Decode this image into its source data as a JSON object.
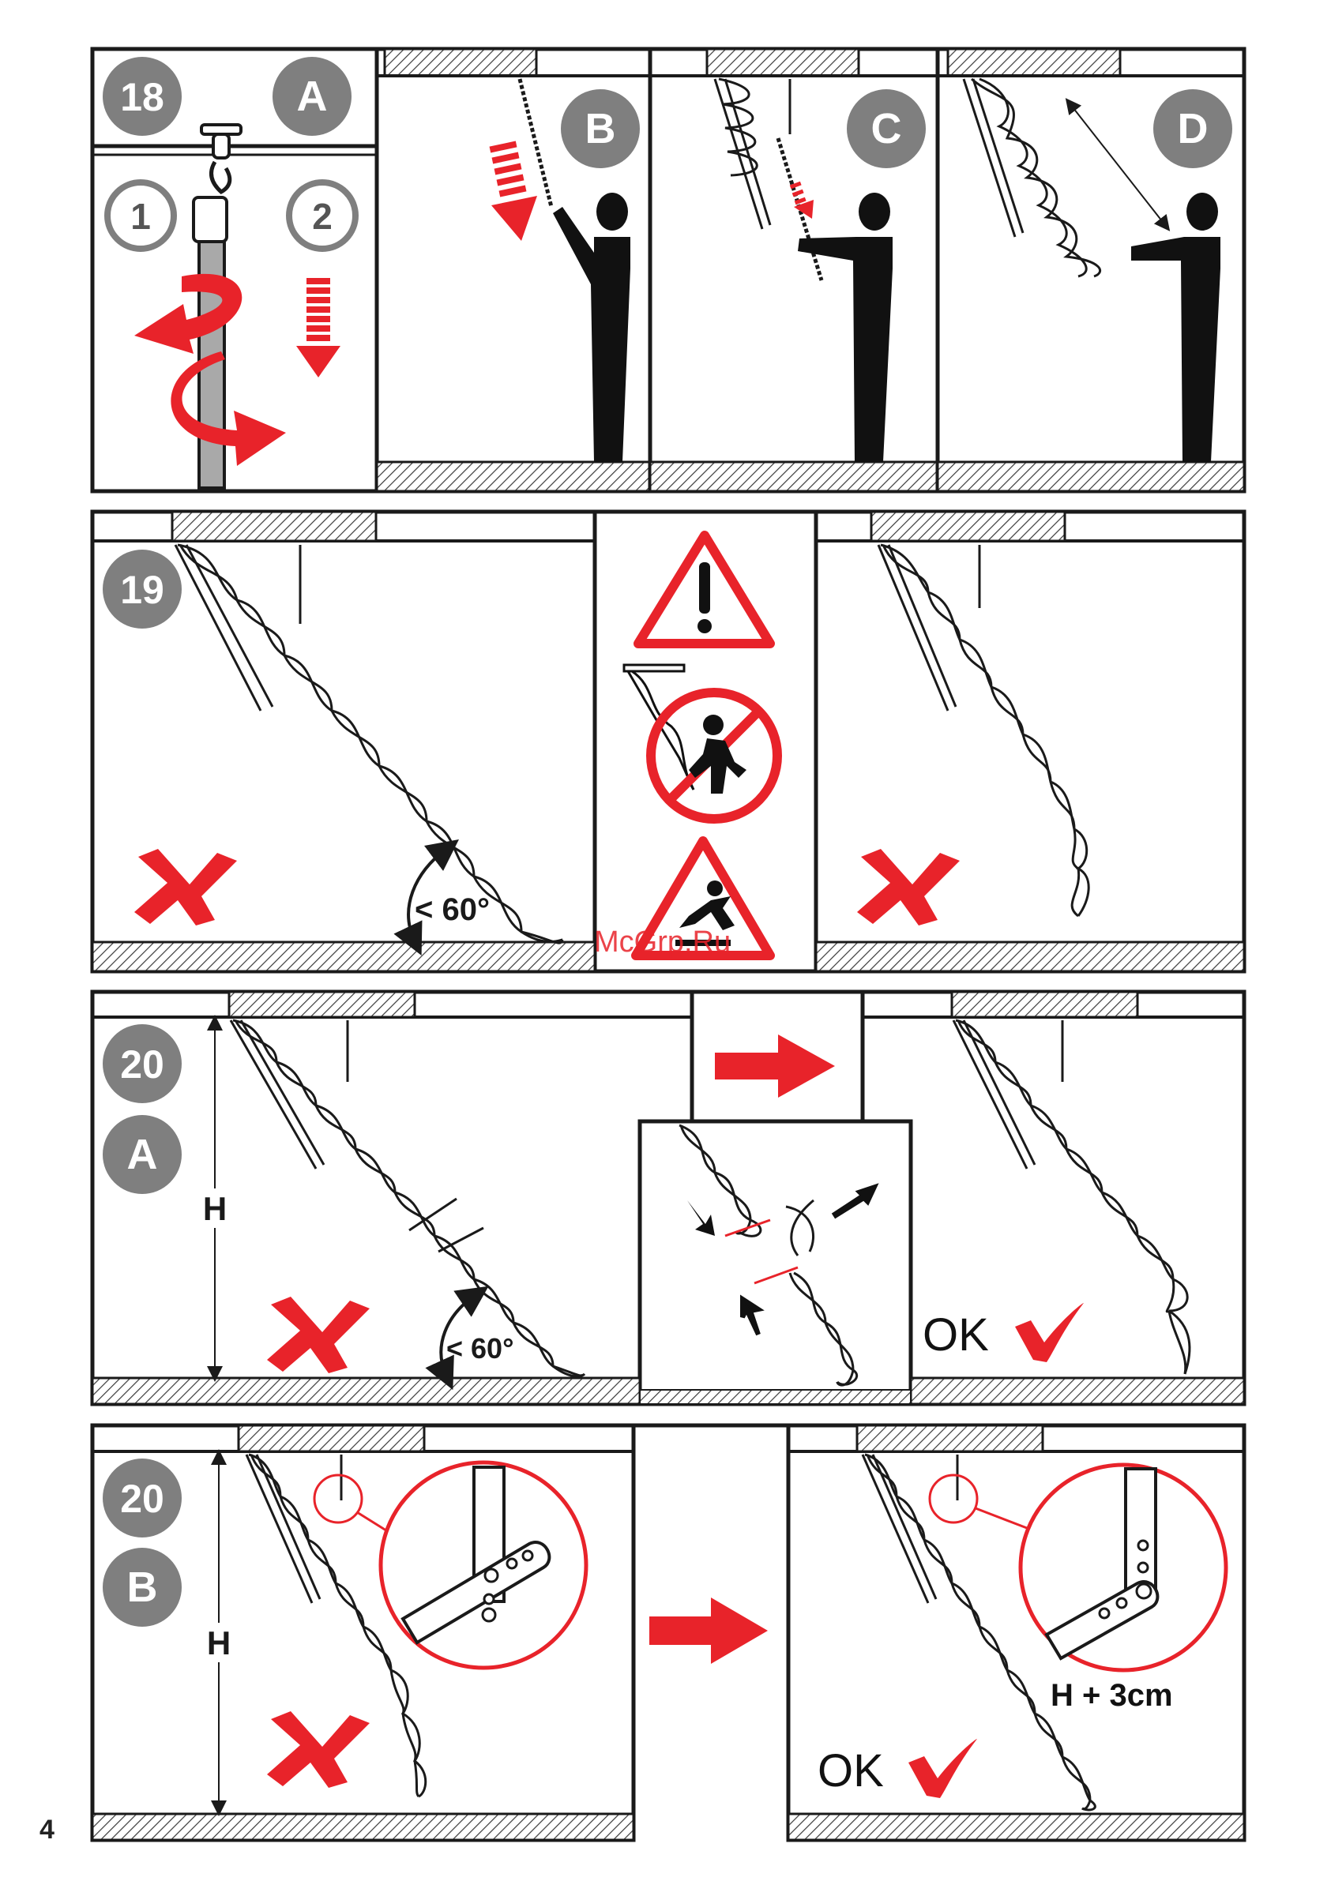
{
  "page": {
    "page_number": "4",
    "watermark": "McGrp.Ru"
  },
  "colors": {
    "accent_red": "#e8232a",
    "badge_gray": "#7f7f7f",
    "ink": "#1a1a1a",
    "pole_gray": "#a9a9a9",
    "hatch": "#444444"
  },
  "section18": {
    "number": "18",
    "letters": [
      "A",
      "B",
      "C",
      "D"
    ],
    "steps": [
      "1",
      "2"
    ]
  },
  "section19": {
    "number": "19",
    "angle_label": "< 60°",
    "icons": [
      "warning-triangle-icon",
      "no-person-on-ladder-icon",
      "fall-hazard-triangle-icon"
    ]
  },
  "section20a": {
    "number": "20",
    "letter": "A",
    "height_label": "H",
    "angle_label": "< 60°",
    "ok_label": "OK"
  },
  "section20b": {
    "number": "20",
    "letter": "B",
    "height_label": "H",
    "adjust_label": "H + 3cm",
    "ok_label": "OK"
  }
}
